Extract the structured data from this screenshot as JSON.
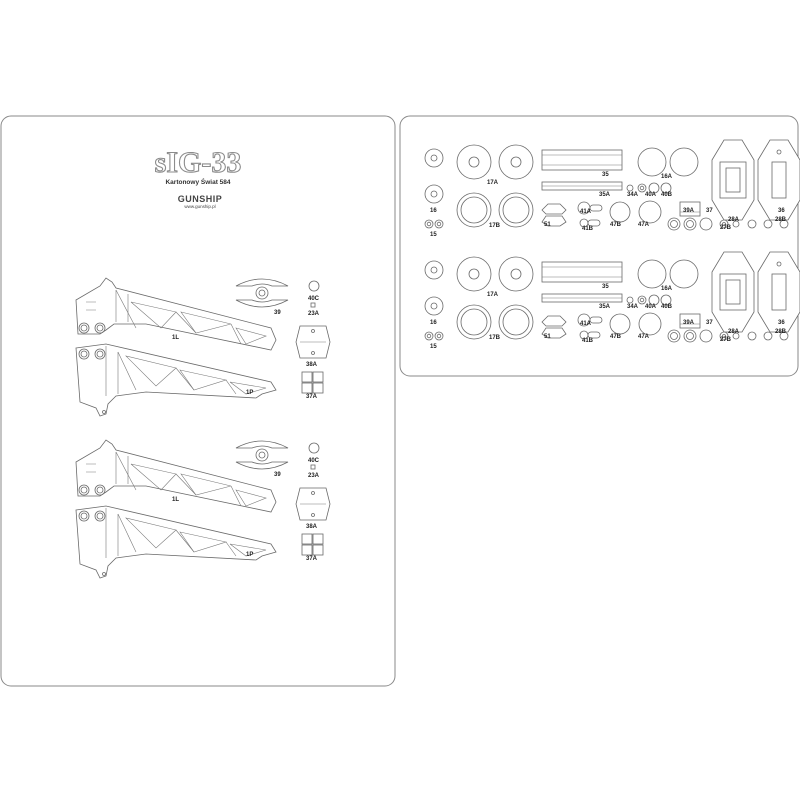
{
  "left_sheet": {
    "title": "sIG-33",
    "subtitle": "Kartonowy Świat 584",
    "logo": "GUNSHIP",
    "url": "www.gunship.pl",
    "label_1L": "1L",
    "label_1P": "1P",
    "label_39": "39",
    "label_40C": "40C",
    "label_23A": "23A",
    "label_38A": "38A",
    "label_37A": "37A"
  },
  "right_sheet": {
    "labels": {
      "l15": "15",
      "l16": "16",
      "l17A": "17A",
      "l17B": "17B",
      "l35": "35",
      "l35A": "35A",
      "l16A": "16A",
      "l34A": "34A",
      "l40A": "40A",
      "l40B": "40B",
      "l41A": "41A",
      "l41B": "41B",
      "l51": "51",
      "l47A": "47A",
      "l47B": "47B",
      "l39A": "39A",
      "l37": "37",
      "l28A": "28A",
      "l27B": "27B",
      "l36": "36",
      "l28B": "28B"
    }
  }
}
